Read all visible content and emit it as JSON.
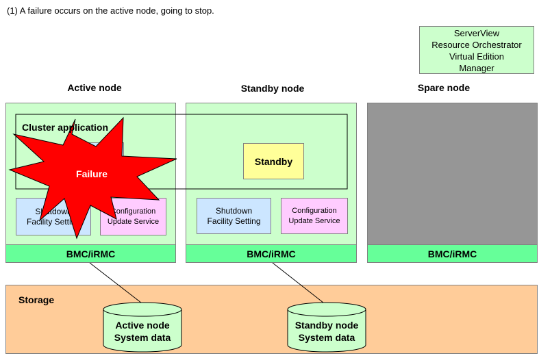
{
  "caption": "(1) A failure occurs on the active node, going to stop.",
  "manager": {
    "lines": [
      "ServerView",
      "Resource Orchestrator",
      "Virtual Edition",
      "Manager"
    ]
  },
  "nodes": {
    "active": {
      "title": "Active node",
      "cluster_label": "Cluster application",
      "shutdown_line1": "Shutdown",
      "shutdown_line2": "Facility  Setting",
      "config_line1": "Configuration",
      "config_line2": "Update Service",
      "bmc": "BMC/iRMC"
    },
    "standby": {
      "title": "Standby node",
      "standby_label": "Standby",
      "shutdown_line1": "Shutdown",
      "shutdown_line2": "Facility  Setting",
      "config_line1": "Configuration",
      "config_line2": "Update Service",
      "bmc": "BMC/iRMC"
    },
    "spare": {
      "title": "Spare node",
      "bmc": "BMC/iRMC"
    }
  },
  "failure": "Failure",
  "storage": {
    "label": "Storage",
    "active_data": [
      "Active node",
      "System data"
    ],
    "standby_data": [
      "Standby node",
      "System data"
    ]
  },
  "colors": {
    "node_bg": "#ccffcc",
    "bmc_bg": "#66ff99",
    "standby_bg": "#ffff99",
    "shutdown_bg": "#cce6ff",
    "config_bg": "#ffccff",
    "spare_bg": "#969696",
    "storage_bg": "#ffcc99",
    "failure_fill": "#ff0000"
  }
}
